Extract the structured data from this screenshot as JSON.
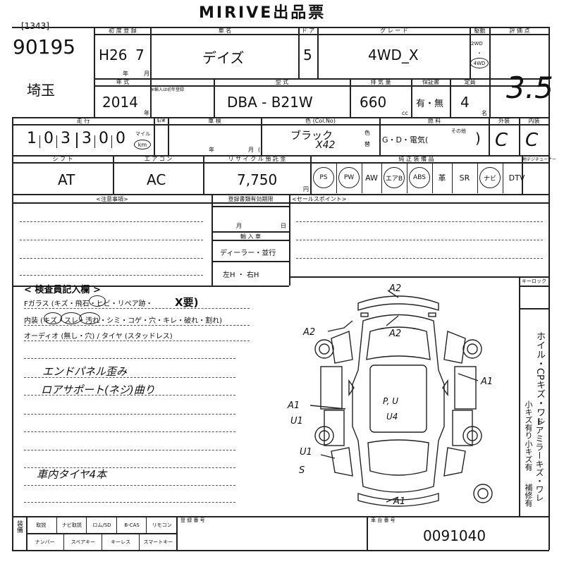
{
  "header": {
    "title": "MIRIVE出品票"
  },
  "lot": {
    "small": "[1343]",
    "number": "90195",
    "prefecture": "埼玉"
  },
  "labels": {
    "first_reg": "初 度 登 録",
    "car_name": "車        名",
    "doors": "ド ア",
    "grade": "グ レ ー ド",
    "drive": "駆動",
    "score": "評 価 点",
    "model_year": "年    式",
    "import_note": "※輸入は初年登録",
    "model": "型        式",
    "displacement": "排 気 量",
    "warranty": "保証書",
    "capacity": "定員",
    "mileage": "走    行",
    "rank": "$/#",
    "inspection": "車    検",
    "color": "色 (Col.No)",
    "fuel": "燃    料",
    "exterior": "外装",
    "interior": "内装",
    "shift": "シ フ ト",
    "aircon": "エ ア コ ン",
    "recycle": "リ サ イ ク ル 預 託 金",
    "equipment": "純 正 装 備 品",
    "tuner": "地デジチューナー",
    "notes": "<注意事項>",
    "reg_deadline": "登録書類有効期限",
    "imported": "輸 入 車",
    "sales_point": "<セールスポイント>",
    "inspector": "< 検査員記入欄 >",
    "key": "キーロック",
    "reg_no": "登 録 番 号",
    "chassis_no": "車 台 番 号",
    "unit_yen": "円",
    "unit_cc": "cc",
    "unit_person": "名",
    "unit_year": "年",
    "unit_month": "月",
    "unit_day": "日",
    "mile": "マイル",
    "km": "km",
    "color_label_1": "色",
    "color_label_2": "替"
  },
  "vehicle": {
    "first_reg_era": "H26",
    "first_reg_month": "7",
    "car_name": "デイズ",
    "doors": "5",
    "grade": "4WD_X",
    "drive_2wd": "2WD",
    "drive_4wd": "4WD",
    "model_year": "2014",
    "model": "DBA  -   B21W",
    "displacement": "660",
    "warranty": "有・無",
    "capacity": "4",
    "score": "3.5",
    "mileage_digits": [
      "1",
      "0",
      "3",
      "3",
      "0",
      "0"
    ],
    "color": "ブラック",
    "color_no": "X42",
    "fuel": "G・D・電気(",
    "fuel_other": "その他",
    "fuel_close": ")",
    "exterior": "C",
    "interior": "C",
    "shift": "AT",
    "aircon": "AC",
    "recycle": "7,750",
    "chassis_no": "0091040",
    "dealer_parallel": "ディーラー・並行",
    "steering": "左H  ・  右H"
  },
  "equipment": [
    "PS",
    "PW",
    "AW",
    "エアB",
    "ABS",
    "革",
    "SR",
    "ナビ",
    "DTV"
  ],
  "equipment_circled": [
    true,
    true,
    false,
    true,
    true,
    false,
    false,
    true,
    false
  ],
  "inspector": {
    "glass": "Fガラス (キズ・飛石・ヒビ・リペア跡・",
    "glass_mark": "X要)",
    "interior": "内装 (キズ・スレ・汚れ・シミ・コゲ・穴・キレ・破れ・割れ)",
    "audio": "オーディオ (無し・穴) / タイヤ (スタッドレス)",
    "note1": "エンドパネル歪み",
    "note2": "ロアサポート(ネジ)曲り",
    "note3": "車内タイヤ4本"
  },
  "marks": {
    "a2_top": "A2",
    "a2_left": "A2",
    "a2_mid": "A2",
    "a1_right": "A1",
    "a1_left": "A1",
    "u1_left": "U1",
    "center1": "P, U",
    "center2": "U4",
    "u1_low": "U1",
    "s_low": "S",
    "a1_bottom": "A1"
  },
  "side_notes": {
    "col1": "ホイル・CPキズ・ワレ",
    "col2": "小キズ有り",
    "col3": "ドアミラーキズ・ワレ",
    "col4": "小キズ有",
    "col5": "補修有"
  },
  "footer": {
    "row_label": "装備",
    "items_top": [
      "取説",
      "ナビ取説",
      "ロム/SD",
      "B-CAS",
      "リモコン"
    ],
    "items_bottom": [
      "ナンバー",
      "スペアキー",
      "キーレス",
      "スマートキー"
    ]
  }
}
